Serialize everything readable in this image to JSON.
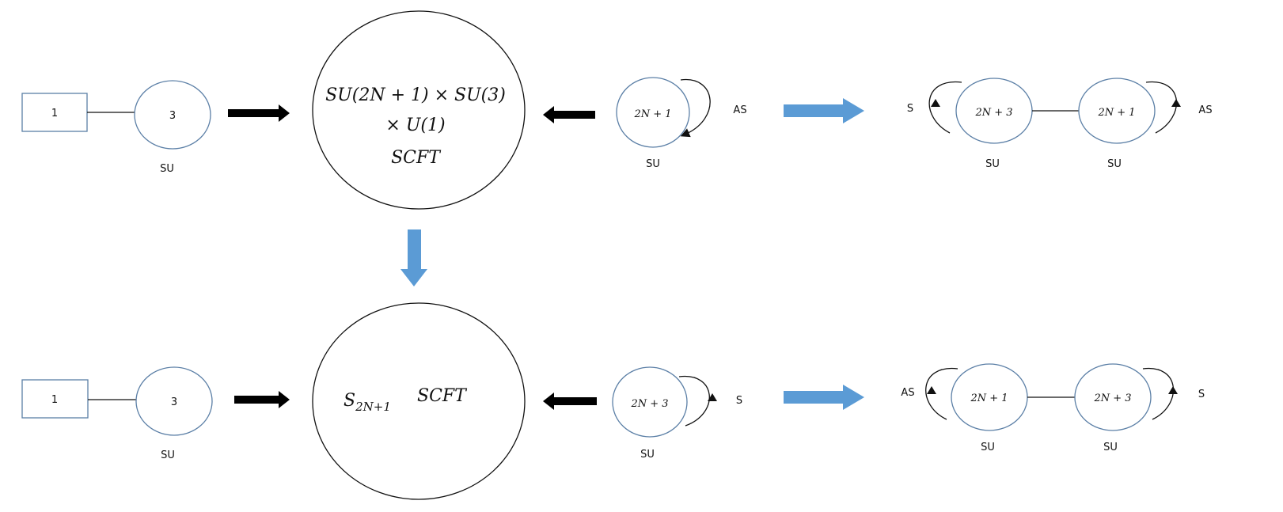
{
  "colors": {
    "black_arrow": "#000000",
    "blue_arrow": "#5b9bd5",
    "node_outline": "#5b7fa6",
    "big_outline": "#111111"
  },
  "top": {
    "left_quiver": {
      "box_label": "1",
      "node_label": "3",
      "node_group": "SU"
    },
    "scft": {
      "line1": "SU(2N + 1) × SU(3)",
      "line2": "× U(1)",
      "line3": "SCFT"
    },
    "right_quiver": {
      "node_label": "2N + 1",
      "node_group": "SU",
      "loop_label": "AS"
    },
    "far_right_quiver": {
      "left_loop_label": "S",
      "node1_label": "2N + 3",
      "node1_group": "SU",
      "node2_label": "2N + 1",
      "node2_group": "SU",
      "right_loop_label": "AS"
    }
  },
  "bottom": {
    "left_quiver": {
      "box_label": "1",
      "node_label": "3",
      "node_group": "SU"
    },
    "scft": {
      "s_base": "S",
      "s_subscript": "2N+1",
      "text": "SCFT"
    },
    "right_quiver": {
      "node_label": "2N + 3",
      "node_group": "SU",
      "loop_label": "S"
    },
    "far_right_quiver": {
      "left_loop_label": "AS",
      "node1_label": "2N + 1",
      "node1_group": "SU",
      "node2_label": "2N + 3",
      "node2_group": "SU",
      "right_loop_label": "S"
    }
  }
}
